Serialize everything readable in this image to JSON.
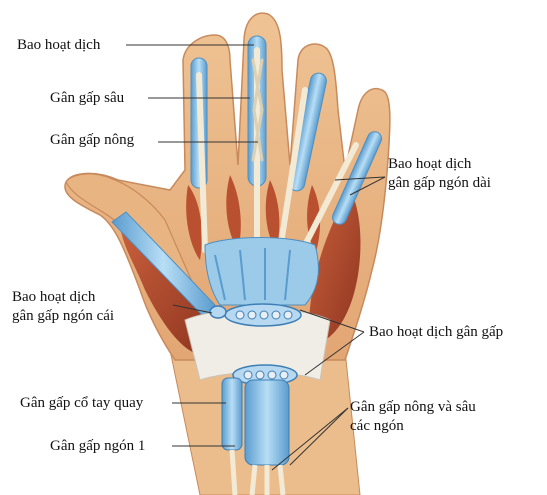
{
  "labels": {
    "bao_hoat_dich": "Bao hoạt dịch",
    "gan_gap_sau": "Gân gấp sâu",
    "gan_gap_nong": "Gân gấp nông",
    "bao_ngon_dai_line1": "Bao hoạt dịch",
    "bao_ngon_dai_line2": "gân gấp ngón dài",
    "bao_ngon_cai_line1": "Bao hoạt dịch",
    "bao_ngon_cai_line2": "gân gấp ngón cái",
    "bao_gan_gap": "Bao hoạt dịch gân gấp",
    "gan_gap_co_tay_quay": "Gân gấp cổ tay quay",
    "gan_gap_ngon_1": "Gân gấp ngón 1",
    "gan_nong_sau_line1": "Gân gấp nông và sâu",
    "gan_nong_sau_line2": "các ngón"
  },
  "colors": {
    "skin": "#e9b27f",
    "skin_edge": "#c88a5c",
    "palm_skin": "#eec18f",
    "muscle": "#b34a2c",
    "muscle_light": "#cf6a44",
    "tendon": "#e9dcc0",
    "sheath": "#8fc3e6",
    "sheath_dark": "#4d8fc2",
    "fascia": "#eeeeee",
    "leader": "#333333",
    "text": "#111111"
  }
}
